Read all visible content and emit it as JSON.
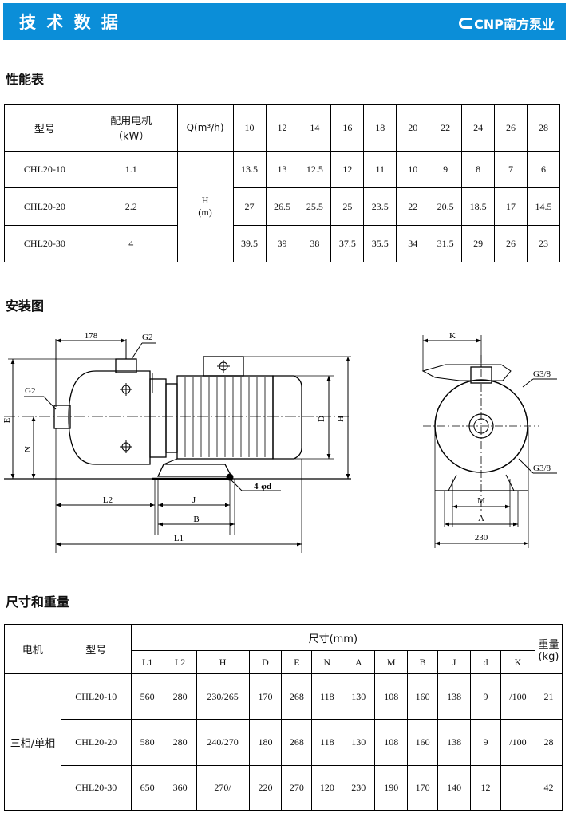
{
  "header": {
    "title": "技 术 数 据",
    "brand": "CNP南方泵业"
  },
  "sections": {
    "performance": "性能表",
    "installation": "安装图",
    "dimensions": "尺寸和重量"
  },
  "performance_table": {
    "model_header": "型号",
    "motor_header_line1": "配用电机",
    "motor_header_line2": "（kW）",
    "q_header": "Q(m³/h)",
    "q_values": [
      "10",
      "12",
      "14",
      "16",
      "18",
      "20",
      "22",
      "24",
      "26",
      "28"
    ],
    "h_label": "H",
    "h_unit": "(m)",
    "rows": [
      {
        "model": "CHL20-10",
        "kw": "1.1",
        "h": [
          "13.5",
          "13",
          "12.5",
          "12",
          "11",
          "10",
          "9",
          "8",
          "7",
          "6"
        ]
      },
      {
        "model": "CHL20-20",
        "kw": "2.2",
        "h": [
          "27",
          "26.5",
          "25.5",
          "25",
          "23.5",
          "22",
          "20.5",
          "18.5",
          "17",
          "14.5"
        ]
      },
      {
        "model": "CHL20-30",
        "kw": "4",
        "h": [
          "39.5",
          "39",
          "38",
          "37.5",
          "35.5",
          "34",
          "31.5",
          "29",
          "26",
          "23"
        ]
      }
    ]
  },
  "drawing": {
    "dim_178": "178",
    "g2_top": "G2",
    "g2_left": "G2",
    "label_E": "E",
    "label_N": "N",
    "label_D": "D",
    "label_H": "H",
    "label_L2": "L2",
    "label_J": "J",
    "label_B": "B",
    "label_L1": "L1",
    "label_4d": "4-φd",
    "label_K": "K",
    "label_G38_top": "G3/8",
    "label_G38_bottom": "G3/8",
    "label_M": "M",
    "label_A": "A",
    "dim_230": "230"
  },
  "dimension_table": {
    "motor_header": "电机",
    "model_header": "型号",
    "size_header": "尺寸(mm)",
    "weight_header_line1": "重量",
    "weight_header_line2": "(kg)",
    "columns": [
      "L1",
      "L2",
      "H",
      "D",
      "E",
      "N",
      "A",
      "M",
      "B",
      "J",
      "d",
      "K"
    ],
    "phase": "三相/单相",
    "rows": [
      {
        "model": "CHL20-10",
        "vals": [
          "560",
          "280",
          "230/265",
          "170",
          "268",
          "118",
          "130",
          "108",
          "160",
          "138",
          "9",
          "/100"
        ],
        "weight": "21"
      },
      {
        "model": "CHL20-20",
        "vals": [
          "580",
          "280",
          "240/270",
          "180",
          "268",
          "118",
          "130",
          "108",
          "160",
          "138",
          "9",
          "/100"
        ],
        "weight": "28"
      },
      {
        "model": "CHL20-30",
        "vals": [
          "650",
          "360",
          "270/",
          "220",
          "270",
          "120",
          "230",
          "190",
          "170",
          "140",
          "12",
          ""
        ],
        "weight": "42"
      }
    ]
  }
}
